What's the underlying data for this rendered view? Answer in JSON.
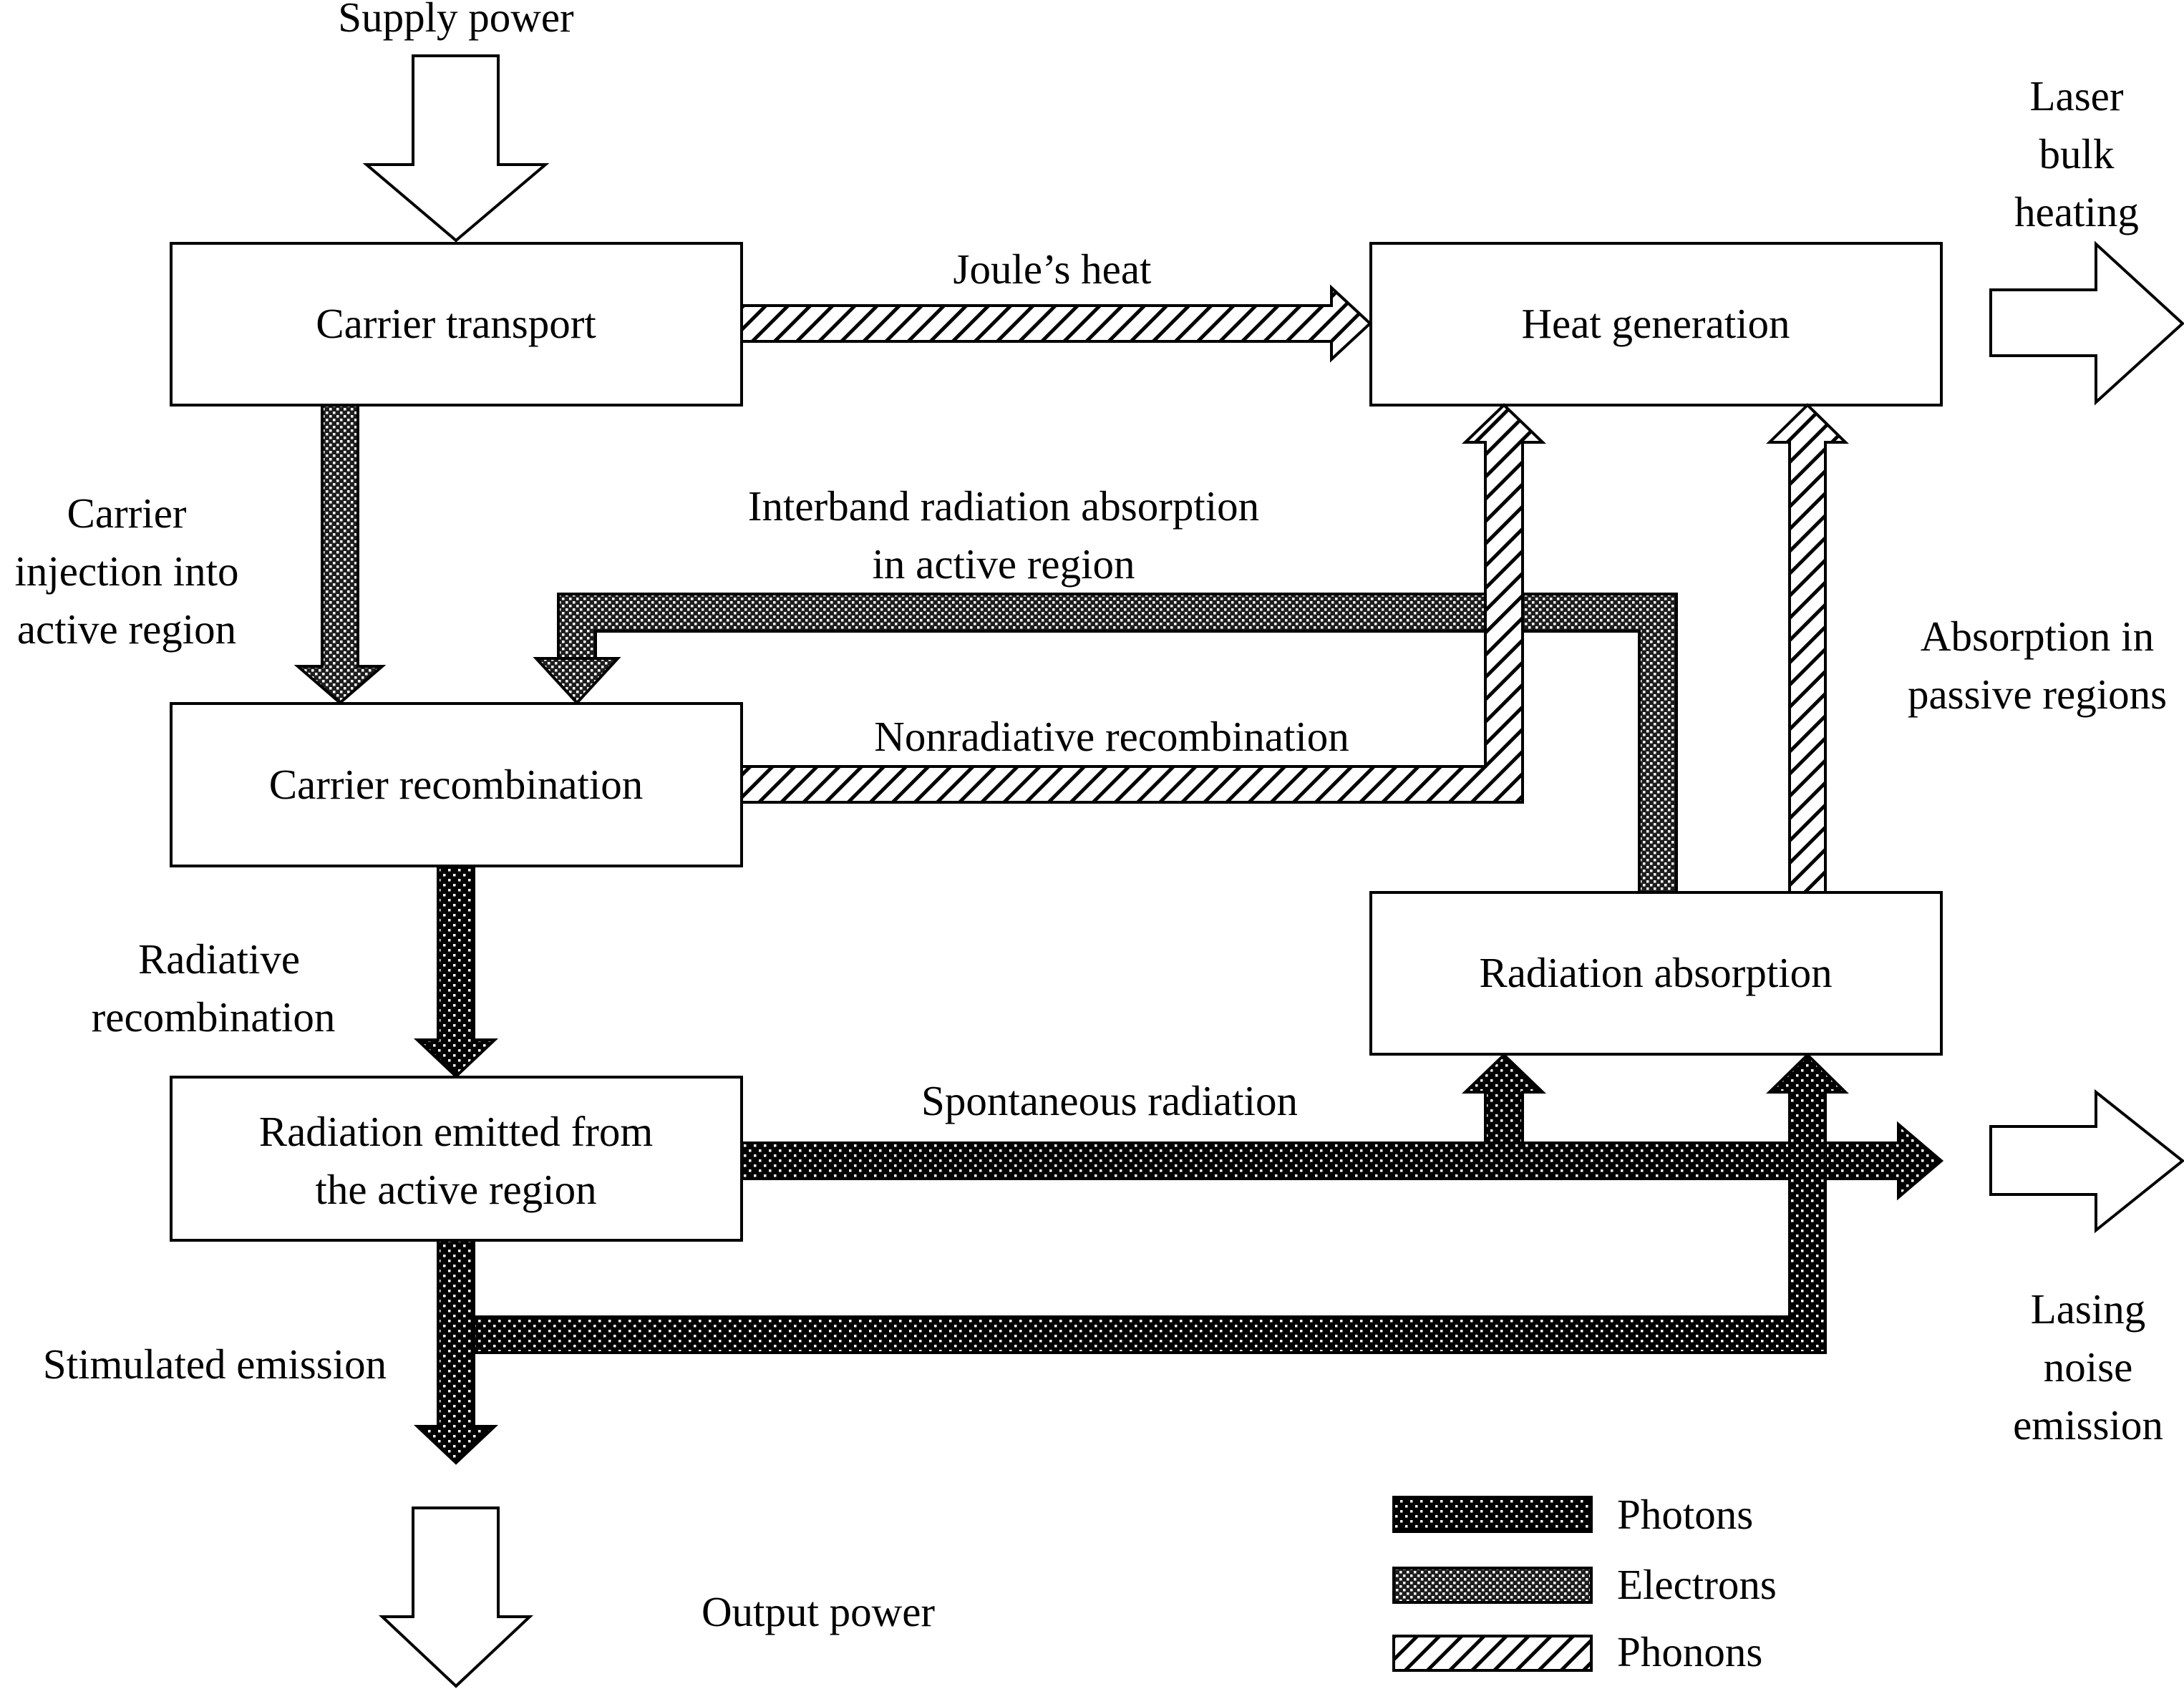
{
  "boxes": {
    "carrier_transport": "Carrier transport",
    "heat_generation": "Heat generation",
    "carrier_recombination": "Carrier recombination",
    "radiation_absorption": "Radiation absorption",
    "radiation_emitted": [
      "Radiation emitted from",
      "the active region"
    ]
  },
  "labels": {
    "supply_power": "Supply power",
    "output_power": "Output power",
    "laser_bulk_heating": [
      "Laser",
      "bulk",
      "heating"
    ],
    "lasing_noise_emission": [
      "Lasing",
      "noise",
      "emission"
    ],
    "joules_heat": "Joule’s heat",
    "carrier_injection": [
      "Carrier",
      "injection into",
      "active region"
    ],
    "interband_absorption": [
      "Interband radiation absorption",
      "in active region"
    ],
    "nonradiative_recombination": "Nonradiative recombination",
    "absorption_passive": [
      "Absorption in",
      "passive regions"
    ],
    "radiative_recombination": [
      "Radiative",
      "recombination"
    ],
    "spontaneous_radiation": "Spontaneous radiation",
    "stimulated_emission": "Stimulated emission"
  },
  "legend": {
    "photons": "Photons",
    "electrons": "Electrons",
    "phonons": "Phonons"
  },
  "flow_types": {
    "photons": "black fill with white dots",
    "electrons": "dark crosshatch mesh",
    "phonons": "white with diagonal hatching"
  },
  "colors": {
    "line": "#000000",
    "background": "#ffffff"
  }
}
